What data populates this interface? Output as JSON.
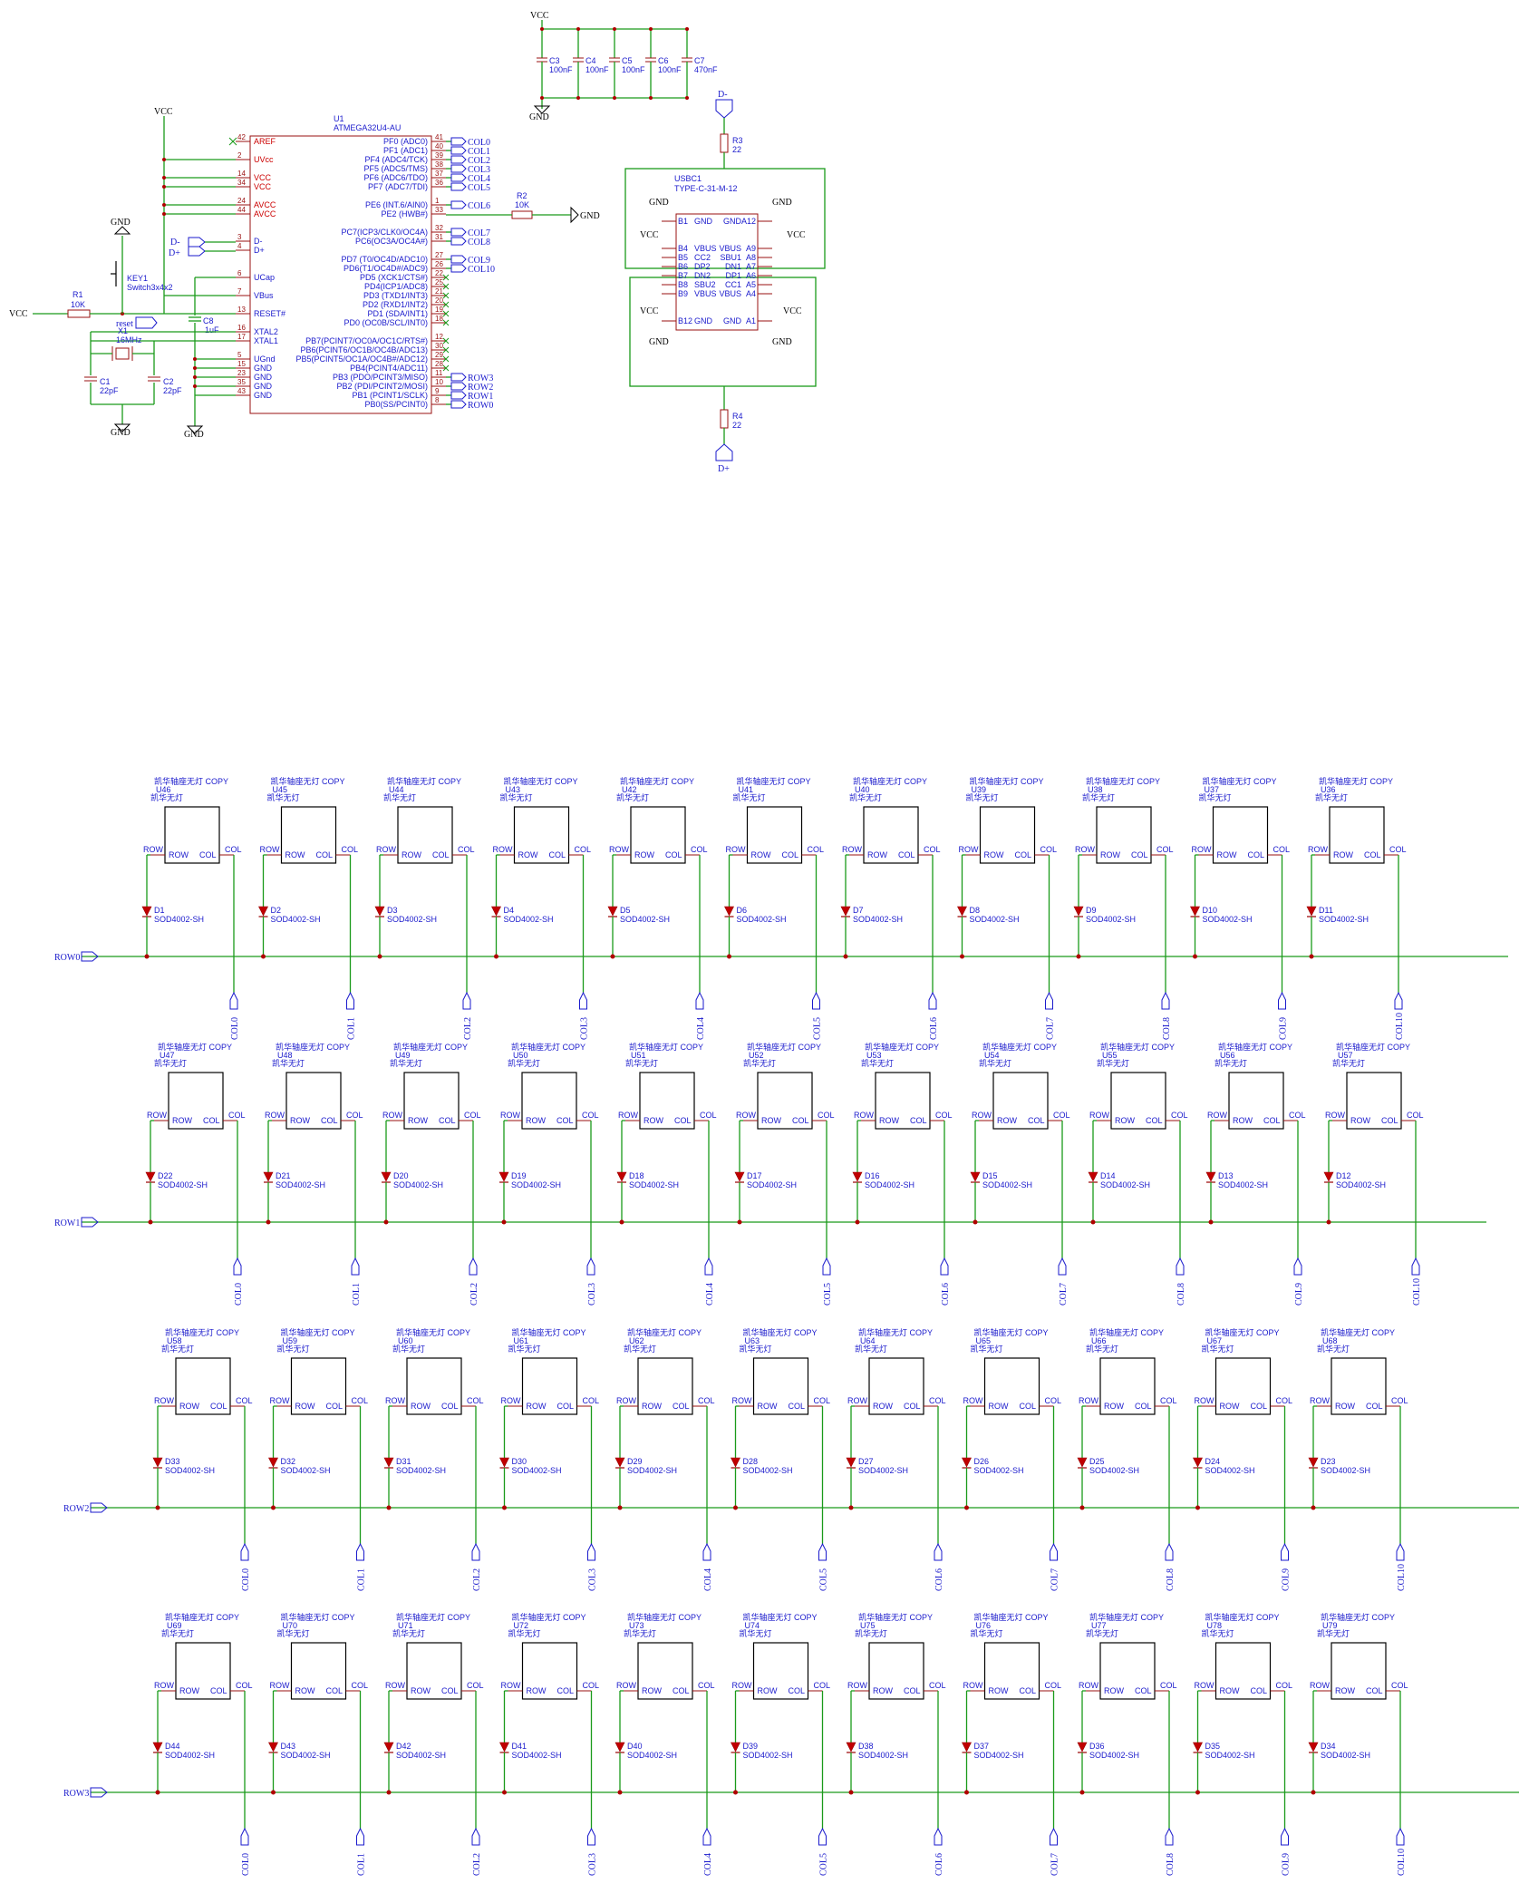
{
  "mcu": {
    "ref": "U1",
    "part": "ATMEGA32U4-AU",
    "left_pins": [
      {
        "num": "42",
        "name": "AREF",
        "power": true
      },
      {
        "num": "2",
        "name": "UVcc",
        "power": true
      },
      {
        "num": "14",
        "name": "VCC",
        "power": true
      },
      {
        "num": "34",
        "name": "VCC",
        "power": true
      },
      {
        "num": "24",
        "name": "AVCC",
        "power": true
      },
      {
        "num": "44",
        "name": "AVCC",
        "power": true
      },
      {
        "num": "3",
        "name": "D-",
        "power": false
      },
      {
        "num": "4",
        "name": "D+",
        "power": false
      },
      {
        "num": "6",
        "name": "UCap",
        "power": false
      },
      {
        "num": "7",
        "name": "VBus",
        "power": false
      },
      {
        "num": "13",
        "name": "RESET#",
        "power": false
      },
      {
        "num": "16",
        "name": "XTAL2",
        "power": false
      },
      {
        "num": "17",
        "name": "XTAL1",
        "power": false
      },
      {
        "num": "5",
        "name": "UGnd",
        "power": false
      },
      {
        "num": "15",
        "name": "GND",
        "power": false
      },
      {
        "num": "23",
        "name": "GND",
        "power": false
      },
      {
        "num": "35",
        "name": "GND",
        "power": false
      },
      {
        "num": "43",
        "name": "GND",
        "power": false
      }
    ],
    "right_pins": [
      {
        "num": "41",
        "name": "PF0 (ADC0)",
        "net": "COL0"
      },
      {
        "num": "40",
        "name": "PF1 (ADC1)",
        "net": "COL1"
      },
      {
        "num": "39",
        "name": "PF4 (ADC4/TCK)",
        "net": "COL2"
      },
      {
        "num": "38",
        "name": "PF5 (ADC5/TMS)",
        "net": "COL3"
      },
      {
        "num": "37",
        "name": "PF6 (ADC6/TDO)",
        "net": "COL4"
      },
      {
        "num": "36",
        "name": "PF7 (ADC7/TDI)",
        "net": "COL5"
      },
      {
        "num": "1",
        "name": "PE6 (INT.6/AIN0)",
        "net": "COL6"
      },
      {
        "num": "33",
        "name": "PE2 (HWB#)",
        "net": ""
      },
      {
        "num": "32",
        "name": "PC7(ICP3/CLK0/OC4A)",
        "net": "COL7"
      },
      {
        "num": "31",
        "name": "PC6(OC3A/OC4A#)",
        "net": "COL8"
      },
      {
        "num": "27",
        "name": "PD7 (T0/OC4D/ADC10)",
        "net": "COL9"
      },
      {
        "num": "26",
        "name": "PD6(T1/OC4D#/ADC9)",
        "net": "COL10"
      },
      {
        "num": "22",
        "name": "PD5 (XCK1/CTS#)",
        "net": ""
      },
      {
        "num": "25",
        "name": "PD4(ICP1/ADC8)",
        "net": ""
      },
      {
        "num": "21",
        "name": "PD3 (TXD1/INT3)",
        "net": ""
      },
      {
        "num": "20",
        "name": "PD2 (RXD1/INT2)",
        "net": ""
      },
      {
        "num": "19",
        "name": "PD1 (SDA/INT1)",
        "net": ""
      },
      {
        "num": "18",
        "name": "PD0 (OC0B/SCL/INT0)",
        "net": ""
      },
      {
        "num": "12",
        "name": "PB7(PCINT7/OC0A/OC1C/RTS#)",
        "net": ""
      },
      {
        "num": "30",
        "name": "PB6(PCINT6/OC1B/OC4B/ADC13)",
        "net": ""
      },
      {
        "num": "29",
        "name": "PB5(PCINT5/OC1A/OC4B#/ADC12)",
        "net": ""
      },
      {
        "num": "28",
        "name": "PB4(PCINT4/ADC11)",
        "net": ""
      },
      {
        "num": "11",
        "name": "PB3 (PDO/PCINT3/MISO)",
        "net": "ROW3"
      },
      {
        "num": "10",
        "name": "PB2 (PDI/PCINT2/MOSI)",
        "net": "ROW2"
      },
      {
        "num": "9",
        "name": "PB1 (PCINT1/SCLK)",
        "net": "ROW1"
      },
      {
        "num": "8",
        "name": "PB0(SS/PCINT0)",
        "net": "ROW0"
      }
    ]
  },
  "labels": {
    "vcc": "VCC",
    "gnd": "GND",
    "d_minus": "D-",
    "d_plus": "D+",
    "reset": "reset"
  },
  "parts": {
    "r1": {
      "ref": "R1",
      "value": "10K"
    },
    "r2": {
      "ref": "R2",
      "value": "10K"
    },
    "r3": {
      "ref": "R3",
      "value": "22"
    },
    "r4": {
      "ref": "R4",
      "value": "22"
    },
    "c1": {
      "ref": "C1",
      "value": "22pF"
    },
    "c2": {
      "ref": "C2",
      "value": "22pF"
    },
    "c8": {
      "ref": "C8",
      "value": "1uF"
    },
    "x1": {
      "ref": "X1",
      "value": "16MHz"
    },
    "key1": {
      "ref": "KEY1",
      "value": "Switch3x4x2"
    },
    "decoupling": [
      {
        "ref": "C3",
        "value": "100nF"
      },
      {
        "ref": "C4",
        "value": "100nF"
      },
      {
        "ref": "C5",
        "value": "100nF"
      },
      {
        "ref": "C6",
        "value": "100nF"
      },
      {
        "ref": "C7",
        "value": "470nF"
      }
    ]
  },
  "usb": {
    "ref": "USBC1",
    "part": "TYPE-C-31-M-12",
    "left_pins": [
      {
        "num": "B1",
        "name": "GND"
      },
      {
        "num": "B4",
        "name": "VBUS"
      },
      {
        "num": "B5",
        "name": "CC2"
      },
      {
        "num": "B6",
        "name": "DP2"
      },
      {
        "num": "B7",
        "name": "DN2"
      },
      {
        "num": "B8",
        "name": "SBU2"
      },
      {
        "num": "B9",
        "name": "VBUS"
      },
      {
        "num": "B12",
        "name": "GND"
      }
    ],
    "right_pins": [
      {
        "num": "A12",
        "name": "GND"
      },
      {
        "num": "A9",
        "name": "VBUS"
      },
      {
        "num": "A8",
        "name": "SBU1"
      },
      {
        "num": "A7",
        "name": "DN1"
      },
      {
        "num": "A6",
        "name": "DP1"
      },
      {
        "num": "A5",
        "name": "CC1"
      },
      {
        "num": "A4",
        "name": "VBUS"
      },
      {
        "num": "A1",
        "name": "GND"
      }
    ]
  },
  "matrix": {
    "switch_title": "凯华轴座无灯 COPY",
    "switch_value": "凯华无灯",
    "row_pin": "ROW",
    "col_pin": "COL",
    "diode_value": "SOD4002-SH",
    "rows": [
      {
        "net": "ROW0",
        "switches": [
          "U46",
          "U45",
          "U44",
          "U43",
          "U42",
          "U41",
          "U40",
          "U39",
          "U38",
          "U37",
          "U36"
        ],
        "diodes": [
          "D1",
          "D2",
          "D3",
          "D4",
          "D5",
          "D6",
          "D7",
          "D8",
          "D9",
          "D10",
          "D11"
        ],
        "cols": [
          "COL0",
          "COL1",
          "COL2",
          "COL3",
          "COL4",
          "COL5",
          "COL6",
          "COL7",
          "COL8",
          "COL9",
          "COL10"
        ]
      },
      {
        "net": "ROW1",
        "switches": [
          "U47",
          "U48",
          "U49",
          "U50",
          "U51",
          "U52",
          "U53",
          "U54",
          "U55",
          "U56",
          "U57"
        ],
        "diodes": [
          "D22",
          "D21",
          "D20",
          "D19",
          "D18",
          "D17",
          "D16",
          "D15",
          "D14",
          "D13",
          "D12"
        ],
        "cols": [
          "COL0",
          "COL1",
          "COL2",
          "COL3",
          "COL4",
          "COL5",
          "COL6",
          "COL7",
          "COL8",
          "COL9",
          "COL10"
        ]
      },
      {
        "net": "ROW2",
        "switches": [
          "U58",
          "U59",
          "U60",
          "U61",
          "U62",
          "U63",
          "U64",
          "U65",
          "U66",
          "U67",
          "U68"
        ],
        "diodes": [
          "D33",
          "D32",
          "D31",
          "D30",
          "D29",
          "D28",
          "D27",
          "D26",
          "D25",
          "D24",
          "D23"
        ],
        "cols": [
          "COL0",
          "COL1",
          "COL2",
          "COL3",
          "COL4",
          "COL5",
          "COL6",
          "COL7",
          "COL8",
          "COL9",
          "COL10"
        ]
      },
      {
        "net": "ROW3",
        "switches": [
          "U69",
          "U70",
          "U71",
          "U72",
          "U73",
          "U74",
          "U75",
          "U76",
          "U77",
          "U78",
          "U79"
        ],
        "diodes": [
          "D44",
          "D43",
          "D42",
          "D41",
          "D40",
          "D39",
          "D38",
          "D37",
          "D36",
          "D35",
          "D34"
        ],
        "cols": [
          "COL0",
          "COL1",
          "COL2",
          "COL3",
          "COL4",
          "COL5",
          "COL6",
          "COL7",
          "COL8",
          "COL9",
          "COL10"
        ]
      }
    ]
  }
}
